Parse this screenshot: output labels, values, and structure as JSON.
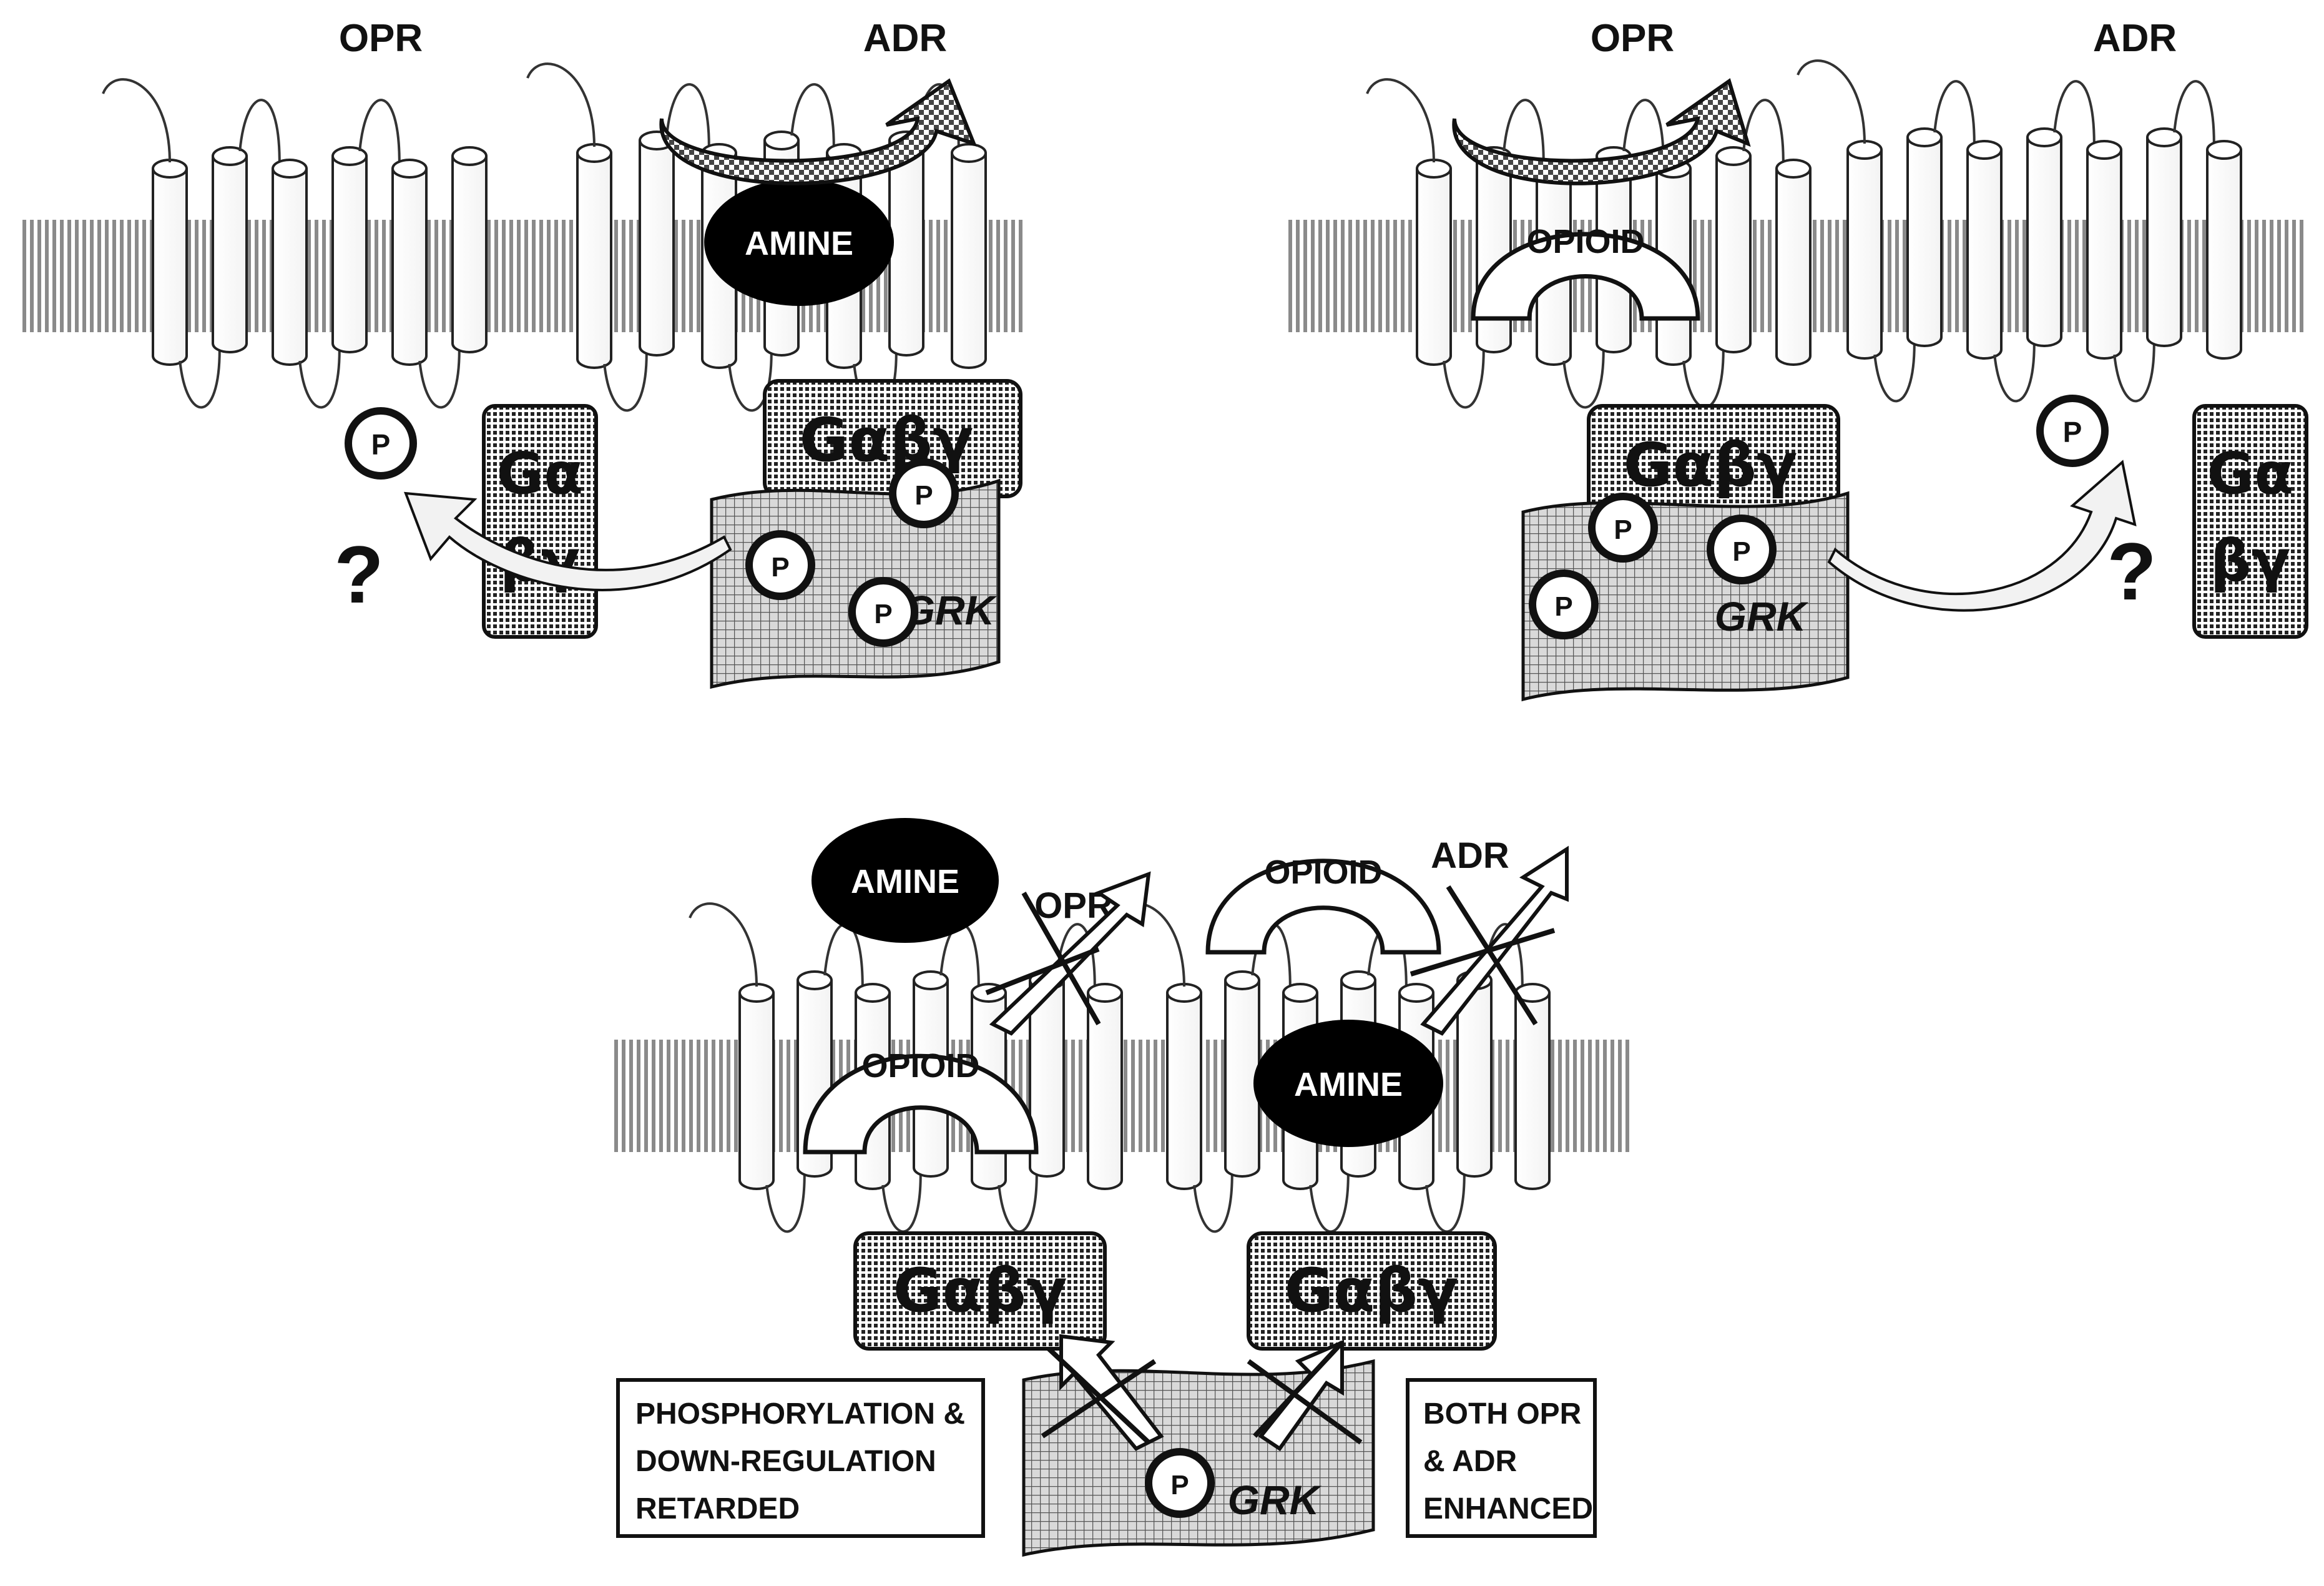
{
  "panel_top_left": {
    "receptor_left": "OPR",
    "receptor_right": "ADR",
    "ligand": "AMINE",
    "g_protein_bound": "Gαβγ",
    "g_alpha": "Gα",
    "g_betagamma": "βγ",
    "question_mark": "?",
    "kinase": "GRK",
    "phosphate": "P"
  },
  "panel_top_right": {
    "receptor_left": "OPR",
    "receptor_right": "ADR",
    "ligand": "OPIOID",
    "g_protein_bound": "Gαβγ",
    "g_alpha": "Gα",
    "g_betagamma": "βγ",
    "question_mark": "?",
    "kinase": "GRK",
    "phosphate": "P"
  },
  "panel_bottom": {
    "receptor_left": "OPR",
    "receptor_right": "ADR",
    "ligand_amine_top": "AMINE",
    "ligand_opioid_top": "OPIOID",
    "ligand_opioid_inner": "OPIOID",
    "ligand_amine_inner": "AMINE",
    "g_protein_left": "Gαβγ",
    "g_protein_right": "Gαβγ",
    "kinase": "GRK",
    "phosphate": "P",
    "box_left": [
      "PHOSPHORYLATION &",
      "DOWN-REGULATION",
      "RETARDED"
    ],
    "box_right": [
      "BOTH OPR",
      "& ADR",
      "ENHANCED"
    ]
  }
}
